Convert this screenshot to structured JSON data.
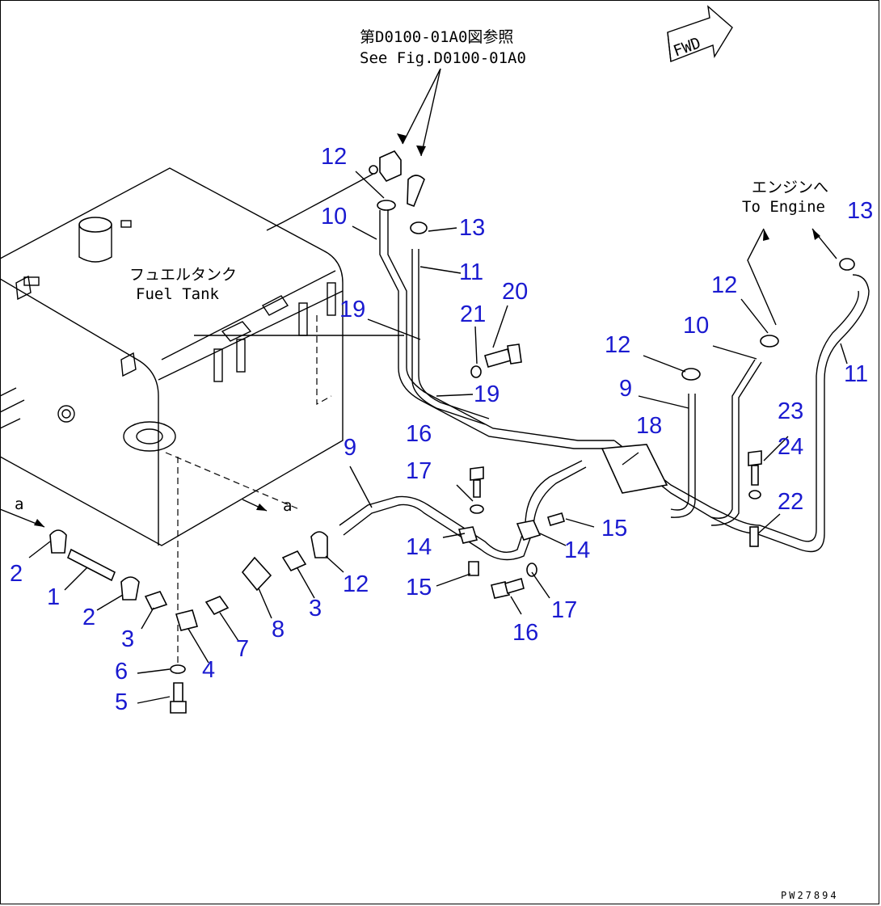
{
  "diagram": {
    "ref_jp": "第D0100-01A0図参照",
    "ref_en": "See Fig.D0100-01A0",
    "fwd": "FWD",
    "engine_jp": "エンジンへ",
    "engine_en": "To Engine",
    "tank_jp": "フュエルタンク",
    "tank_en": "Fuel Tank",
    "marker_a1": "a",
    "marker_a2": "a",
    "code": "PW27894"
  },
  "callouts": [
    {
      "id": "c12a",
      "text": "12"
    },
    {
      "id": "c10a",
      "text": "10"
    },
    {
      "id": "c13a",
      "text": "13"
    },
    {
      "id": "c11a",
      "text": "11"
    },
    {
      "id": "c20",
      "text": "20"
    },
    {
      "id": "c21",
      "text": "21"
    },
    {
      "id": "c19a",
      "text": "19"
    },
    {
      "id": "c19b",
      "text": "19"
    },
    {
      "id": "c16a",
      "text": "16"
    },
    {
      "id": "c17a",
      "text": "17"
    },
    {
      "id": "c9a",
      "text": "9"
    },
    {
      "id": "c18",
      "text": "18"
    },
    {
      "id": "c12b",
      "text": "12"
    },
    {
      "id": "c9b",
      "text": "9"
    },
    {
      "id": "c10b",
      "text": "10"
    },
    {
      "id": "c12c",
      "text": "12"
    },
    {
      "id": "c13b",
      "text": "13"
    },
    {
      "id": "c11b",
      "text": "11"
    },
    {
      "id": "c23",
      "text": "23"
    },
    {
      "id": "c24",
      "text": "24"
    },
    {
      "id": "c22",
      "text": "22"
    },
    {
      "id": "c15a",
      "text": "15"
    },
    {
      "id": "c14a",
      "text": "14"
    },
    {
      "id": "c14b",
      "text": "14"
    },
    {
      "id": "c15b",
      "text": "15"
    },
    {
      "id": "c17b",
      "text": "17"
    },
    {
      "id": "c16b",
      "text": "16"
    },
    {
      "id": "c12d",
      "text": "12"
    },
    {
      "id": "c3a",
      "text": "3"
    },
    {
      "id": "c8",
      "text": "8"
    },
    {
      "id": "c7",
      "text": "7"
    },
    {
      "id": "c4",
      "text": "4"
    },
    {
      "id": "c3b",
      "text": "3"
    },
    {
      "id": "c2a",
      "text": "2"
    },
    {
      "id": "c2b",
      "text": "2"
    },
    {
      "id": "c1",
      "text": "1"
    },
    {
      "id": "c6",
      "text": "6"
    },
    {
      "id": "c5",
      "text": "5"
    }
  ]
}
